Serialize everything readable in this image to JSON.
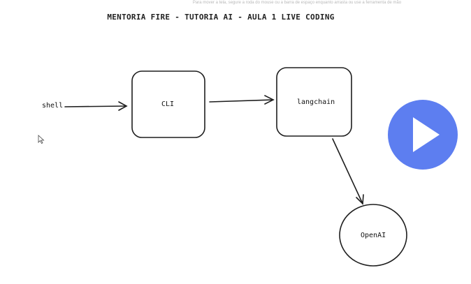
{
  "canvas": {
    "hint": "Para mover a tela, segure a roda do mouse ou a barra de espaço enquanto arrasta ou use a ferramenta de mão",
    "title": "MENTORIA FIRE - TUTORIA AI - AULA 1 LIVE CODING"
  },
  "nodes": {
    "shell": "shell",
    "cli": "CLI",
    "langchain": "langchain",
    "openai": "OpenAI"
  },
  "video": {
    "play_icon": "play-icon",
    "accent_color": "#5d7ef0"
  }
}
